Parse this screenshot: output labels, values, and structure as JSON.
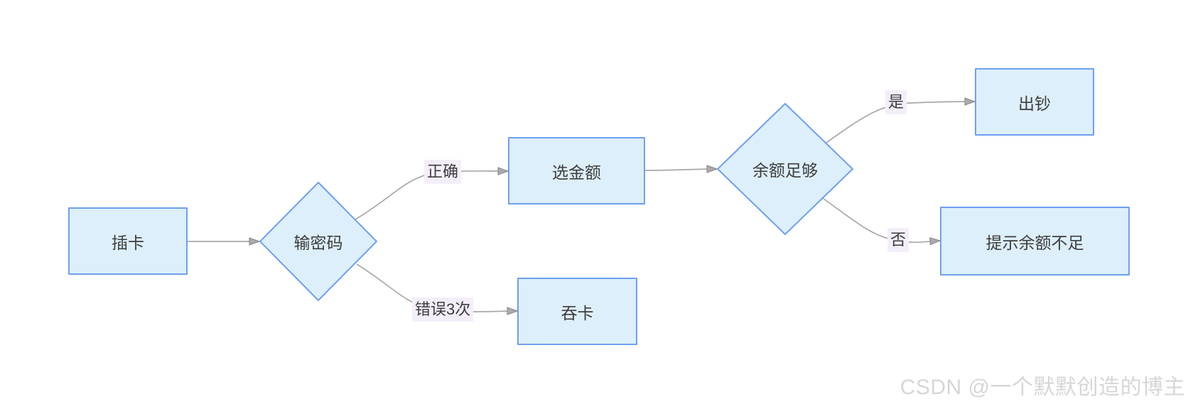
{
  "diagram": {
    "type": "flowchart",
    "nodes": [
      {
        "id": "insert-card",
        "shape": "rectangle",
        "label": "插卡"
      },
      {
        "id": "enter-password",
        "shape": "diamond",
        "label": "输密码"
      },
      {
        "id": "select-amount",
        "shape": "rectangle",
        "label": "选金额"
      },
      {
        "id": "swallow-card",
        "shape": "rectangle",
        "label": "吞卡"
      },
      {
        "id": "balance-sufficient",
        "shape": "diamond",
        "label": "余额足够"
      },
      {
        "id": "dispense-cash",
        "shape": "rectangle",
        "label": "出钞"
      },
      {
        "id": "insufficient-balance",
        "shape": "rectangle",
        "label": "提示余额不足"
      }
    ],
    "edges": [
      {
        "from": "insert-card",
        "to": "enter-password",
        "label": ""
      },
      {
        "from": "enter-password",
        "to": "select-amount",
        "label": "正确"
      },
      {
        "from": "enter-password",
        "to": "swallow-card",
        "label": "错误3次"
      },
      {
        "from": "select-amount",
        "to": "balance-sufficient",
        "label": ""
      },
      {
        "from": "balance-sufficient",
        "to": "dispense-cash",
        "label": "是"
      },
      {
        "from": "balance-sufficient",
        "to": "insufficient-balance",
        "label": "否"
      }
    ],
    "colors": {
      "node_fill": "#ddeffb",
      "node_stroke": "#6f9ff0",
      "edge_line": "#a8a8a8",
      "arrowhead": "#ababab",
      "edge_label_bg": "#f4eefa",
      "text": "#3d3d3d",
      "watermark": "#d6d6d6"
    }
  },
  "watermark": {
    "text": "CSDN @一个默默创造的博主"
  }
}
